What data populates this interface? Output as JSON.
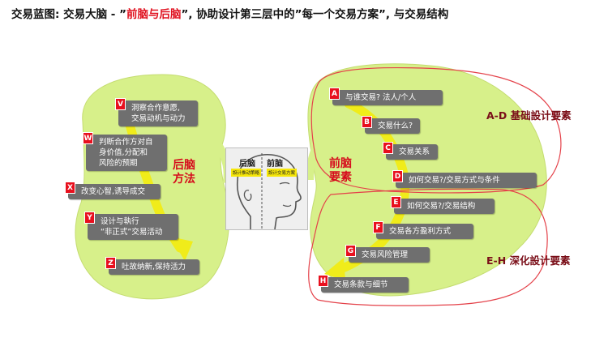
{
  "title": {
    "prefix": "交易蓝图: 交易大脑 - ”",
    "highlight": "前脑与后脑",
    "suffix": "”, 协助设计第三层中的”每一个交易方案”, 与交易结构"
  },
  "colors": {
    "blob_green": "#d7f08a",
    "arrow_yellow": "#f0ec1a",
    "accent_red": "#e8101e",
    "node_gray": "#6f6f6f"
  },
  "back_brain": {
    "label": "后脑\n方法",
    "nodes": [
      {
        "letter": "V",
        "text": "洞察合作意愿,\n交易动机与动力"
      },
      {
        "letter": "W",
        "text": "判断合作方对自\n身价值,分配和\n风险的预期"
      },
      {
        "letter": "X",
        "text": "改变心智,诱导成交"
      },
      {
        "letter": "Y",
        "text": "设计与執行\n“非正式”交易活动"
      },
      {
        "letter": "Z",
        "text": "吐故纳新,保持活力"
      }
    ]
  },
  "front_brain": {
    "label": "前脑\n要素",
    "nodes": [
      {
        "letter": "A",
        "text": "与谁交易? 法人/个人"
      },
      {
        "letter": "B",
        "text": "交易什么?"
      },
      {
        "letter": "C",
        "text": "交易关系"
      },
      {
        "letter": "D",
        "text": "如何交易?/交易方式与条件"
      },
      {
        "letter": "E",
        "text": "如何交易?/交易结构"
      },
      {
        "letter": "F",
        "text": "交易各方盈利方式"
      },
      {
        "letter": "G",
        "text": "交易风险管理"
      },
      {
        "letter": "H",
        "text": "交易条款与细节"
      }
    ]
  },
  "groups": {
    "a_d": "A-D  基础設计要素",
    "e_h": "E-H  深化設计要素"
  },
  "head": {
    "back_label": "后脑",
    "front_label": "前脑",
    "back_tag": "設计推动策略",
    "front_tag": "設计交易方案"
  }
}
